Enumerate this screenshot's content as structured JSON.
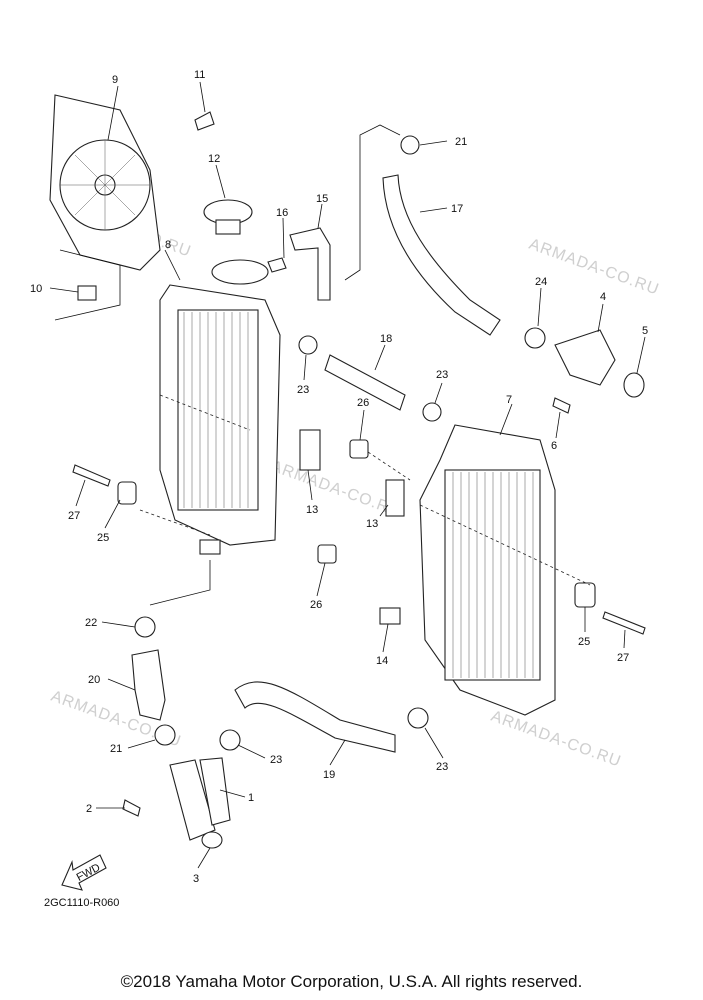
{
  "parts": {
    "p1": "1",
    "p2": "2",
    "p3": "3",
    "p4": "4",
    "p5": "5",
    "p6": "6",
    "p7": "7",
    "p8": "8",
    "p9": "9",
    "p10": "10",
    "p11": "11",
    "p12": "12",
    "p13a": "13",
    "p13b": "13",
    "p14": "14",
    "p15": "15",
    "p16": "16",
    "p17": "17",
    "p18": "18",
    "p19": "19",
    "p20": "20",
    "p21a": "21",
    "p21b": "21",
    "p22": "22",
    "p23a": "23",
    "p23b": "23",
    "p23c": "23",
    "p23d": "23",
    "p24": "24",
    "p25a": "25",
    "p25b": "25",
    "p26a": "26",
    "p26b": "26",
    "p27a": "27",
    "p27b": "27"
  },
  "watermark": "ARMADA-CO.RU",
  "fwd_label": "FWD",
  "diagram_code": "2GC1110-R060",
  "copyright": "©2018 Yamaha Motor Corporation, U.S.A. All rights reserved."
}
